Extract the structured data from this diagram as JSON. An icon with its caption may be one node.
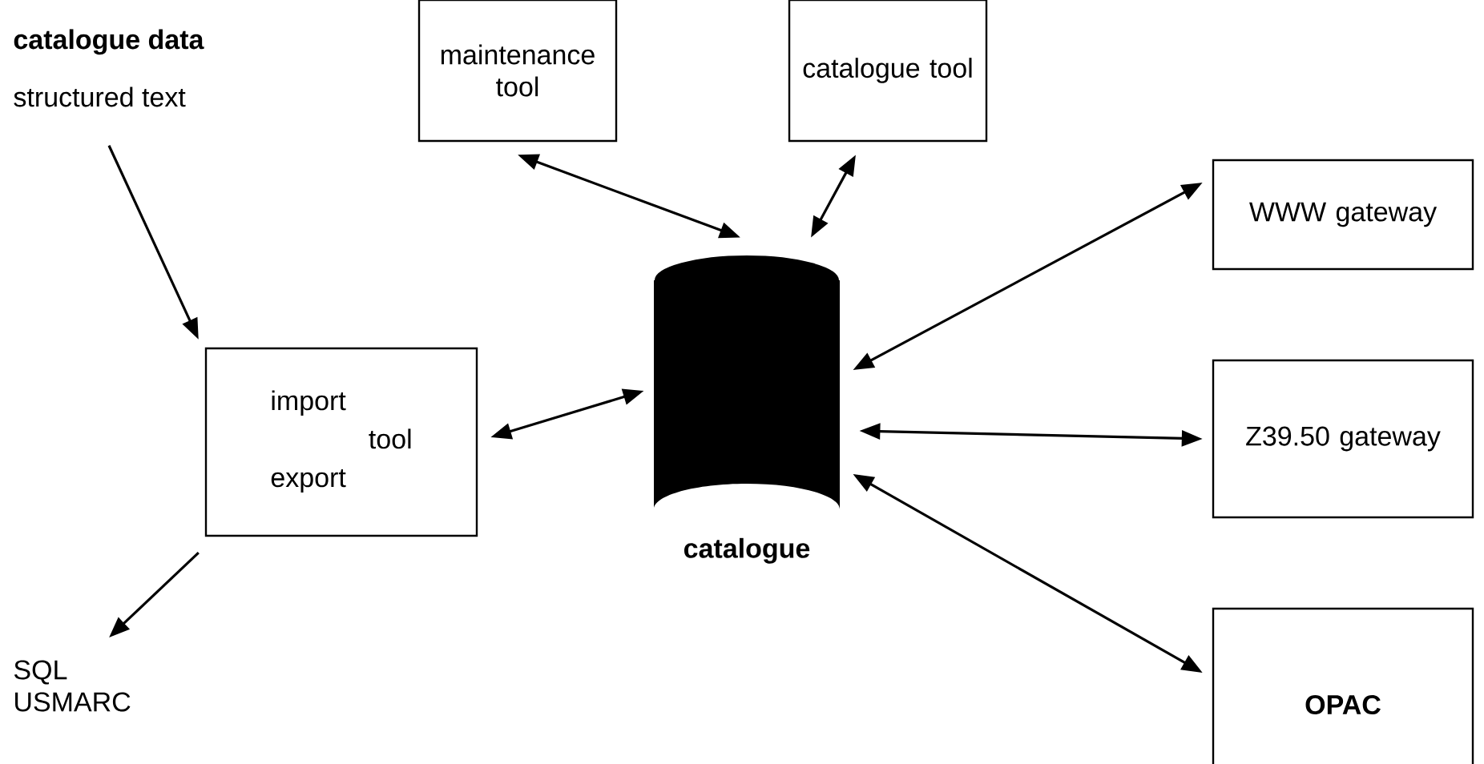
{
  "diagram": {
    "nodes": [
      {
        "text": [
          "catalogue data",
          "structured text"
        ]
      },
      {
        "text": [
          "import",
          "tool",
          "export"
        ]
      },
      {
        "text": [
          "SQL",
          "USMARC"
        ]
      },
      {
        "text": [
          "maintenance tool"
        ]
      },
      {
        "text": [
          "catalogue tool"
        ]
      },
      {
        "text": [
          "catalogue"
        ]
      },
      {
        "text": [
          "WWW gateway"
        ]
      },
      {
        "text": [
          "Z39.50 gateway"
        ]
      },
      {
        "text": [
          "OPAC"
        ]
      }
    ],
    "edges": [
      {
        "from": 0,
        "to": 1,
        "arrow": "to"
      },
      {
        "from": 1,
        "to": 2,
        "arrow": "to"
      },
      {
        "from": 1,
        "to": 5,
        "arrow": "both"
      },
      {
        "from": 3,
        "to": 5,
        "arrow": "both"
      },
      {
        "from": 4,
        "to": 5,
        "arrow": "both"
      },
      {
        "from": 5,
        "to": 6,
        "arrow": "both"
      },
      {
        "from": 5,
        "to": 7,
        "arrow": "both"
      },
      {
        "from": 5,
        "to": 8,
        "arrow": "both"
      }
    ]
  }
}
